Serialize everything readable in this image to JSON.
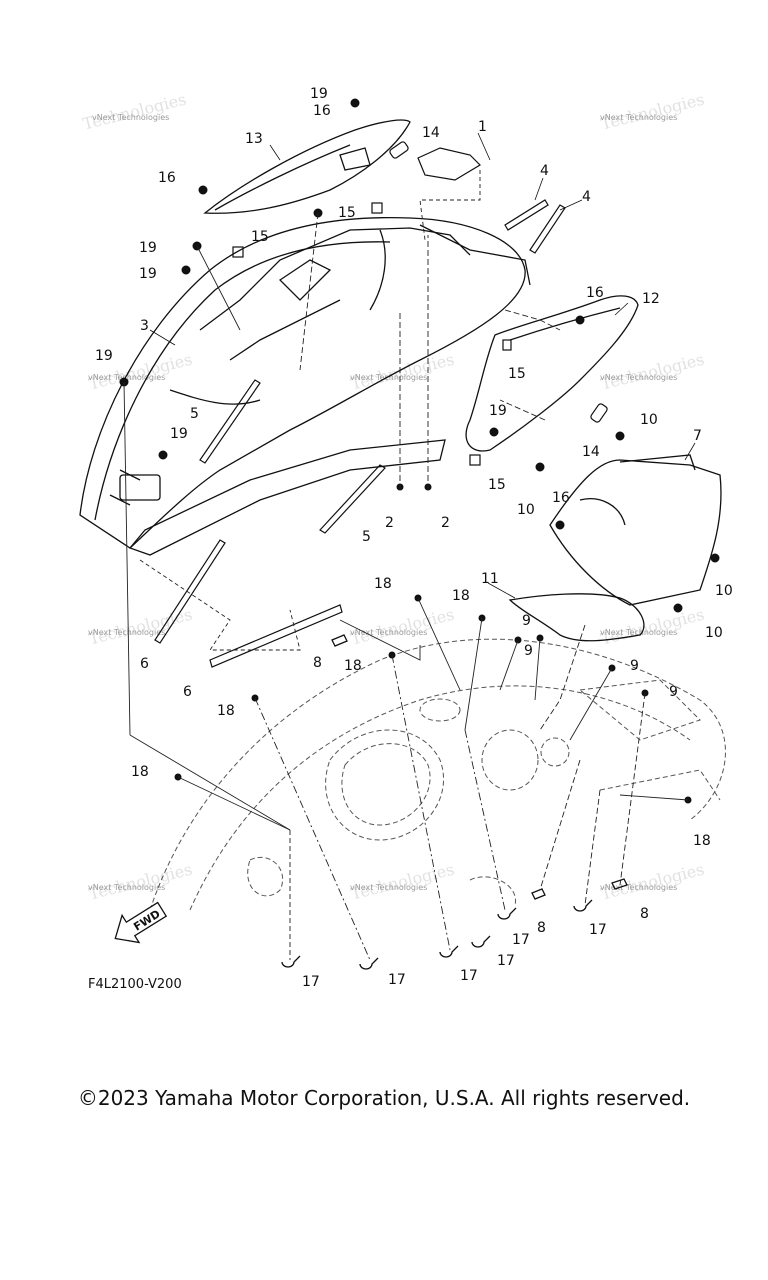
{
  "diagram": {
    "callouts": [
      {
        "id": "c1",
        "text": "1"
      },
      {
        "id": "c2a",
        "text": "2"
      },
      {
        "id": "c2b",
        "text": "2"
      },
      {
        "id": "c3",
        "text": "3"
      },
      {
        "id": "c4a",
        "text": "4"
      },
      {
        "id": "c4b",
        "text": "4"
      },
      {
        "id": "c5a",
        "text": "5"
      },
      {
        "id": "c5b",
        "text": "5"
      },
      {
        "id": "c6a",
        "text": "6"
      },
      {
        "id": "c6b",
        "text": "6"
      },
      {
        "id": "c7",
        "text": "7"
      },
      {
        "id": "c8a",
        "text": "8"
      },
      {
        "id": "c8b",
        "text": "8"
      },
      {
        "id": "c8c",
        "text": "8"
      },
      {
        "id": "c9a",
        "text": "9"
      },
      {
        "id": "c9b",
        "text": "9"
      },
      {
        "id": "c9c",
        "text": "9"
      },
      {
        "id": "c9d",
        "text": "9"
      },
      {
        "id": "c10a",
        "text": "10"
      },
      {
        "id": "c10b",
        "text": "10"
      },
      {
        "id": "c10c",
        "text": "10"
      },
      {
        "id": "c10d",
        "text": "10"
      },
      {
        "id": "c11",
        "text": "11"
      },
      {
        "id": "c12",
        "text": "12"
      },
      {
        "id": "c13",
        "text": "13"
      },
      {
        "id": "c14a",
        "text": "14"
      },
      {
        "id": "c14b",
        "text": "14"
      },
      {
        "id": "c15a",
        "text": "15"
      },
      {
        "id": "c15b",
        "text": "15"
      },
      {
        "id": "c15c",
        "text": "15"
      },
      {
        "id": "c15d",
        "text": "15"
      },
      {
        "id": "c16a",
        "text": "16"
      },
      {
        "id": "c16b",
        "text": "16"
      },
      {
        "id": "c16c",
        "text": "16"
      },
      {
        "id": "c16d",
        "text": "16"
      },
      {
        "id": "c17a",
        "text": "17"
      },
      {
        "id": "c17b",
        "text": "17"
      },
      {
        "id": "c17c",
        "text": "17"
      },
      {
        "id": "c17d",
        "text": "17"
      },
      {
        "id": "c17e",
        "text": "17"
      },
      {
        "id": "c17f",
        "text": "17"
      },
      {
        "id": "c18a",
        "text": "18"
      },
      {
        "id": "c18b",
        "text": "18"
      },
      {
        "id": "c18c",
        "text": "18"
      },
      {
        "id": "c18d",
        "text": "18"
      },
      {
        "id": "c18e",
        "text": "18"
      },
      {
        "id": "c18f",
        "text": "18"
      },
      {
        "id": "c19a",
        "text": "19"
      },
      {
        "id": "c19b",
        "text": "19"
      },
      {
        "id": "c19c",
        "text": "19"
      },
      {
        "id": "c19d",
        "text": "19"
      },
      {
        "id": "c19e",
        "text": "19"
      },
      {
        "id": "c19f",
        "text": "19"
      }
    ],
    "fwd_label": "FWD",
    "figure_code": "F4L2100-V200",
    "watermark": {
      "small": "vNext Technologies",
      "big": "Technologies"
    }
  },
  "footer": {
    "copyright": "©2023 Yamaha Motor Corporation, U.S.A. All rights reserved."
  }
}
